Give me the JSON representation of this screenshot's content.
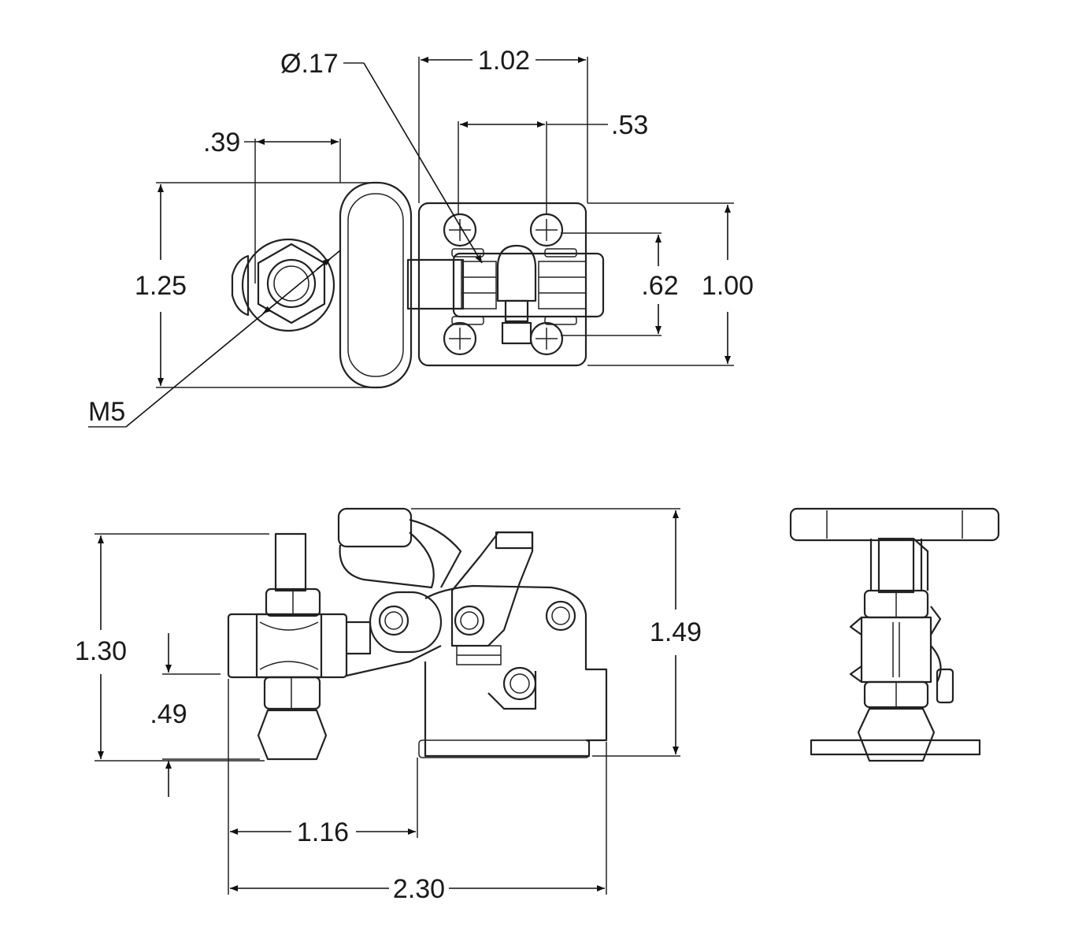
{
  "dimensions": {
    "hole_diameter": "Ø.17",
    "base_width": "1.02",
    "hole_spacing_x": ".53",
    "spindle_offset": ".39",
    "overall_top_height": "1.25",
    "hole_spacing_y": ".62",
    "base_depth": "1.00",
    "thread": "M5",
    "spindle_height": "1.30",
    "tip_height": ".49",
    "overall_height": "1.49",
    "reach": "1.16",
    "overall_length": "2.30"
  },
  "views": [
    "top",
    "front",
    "side"
  ]
}
